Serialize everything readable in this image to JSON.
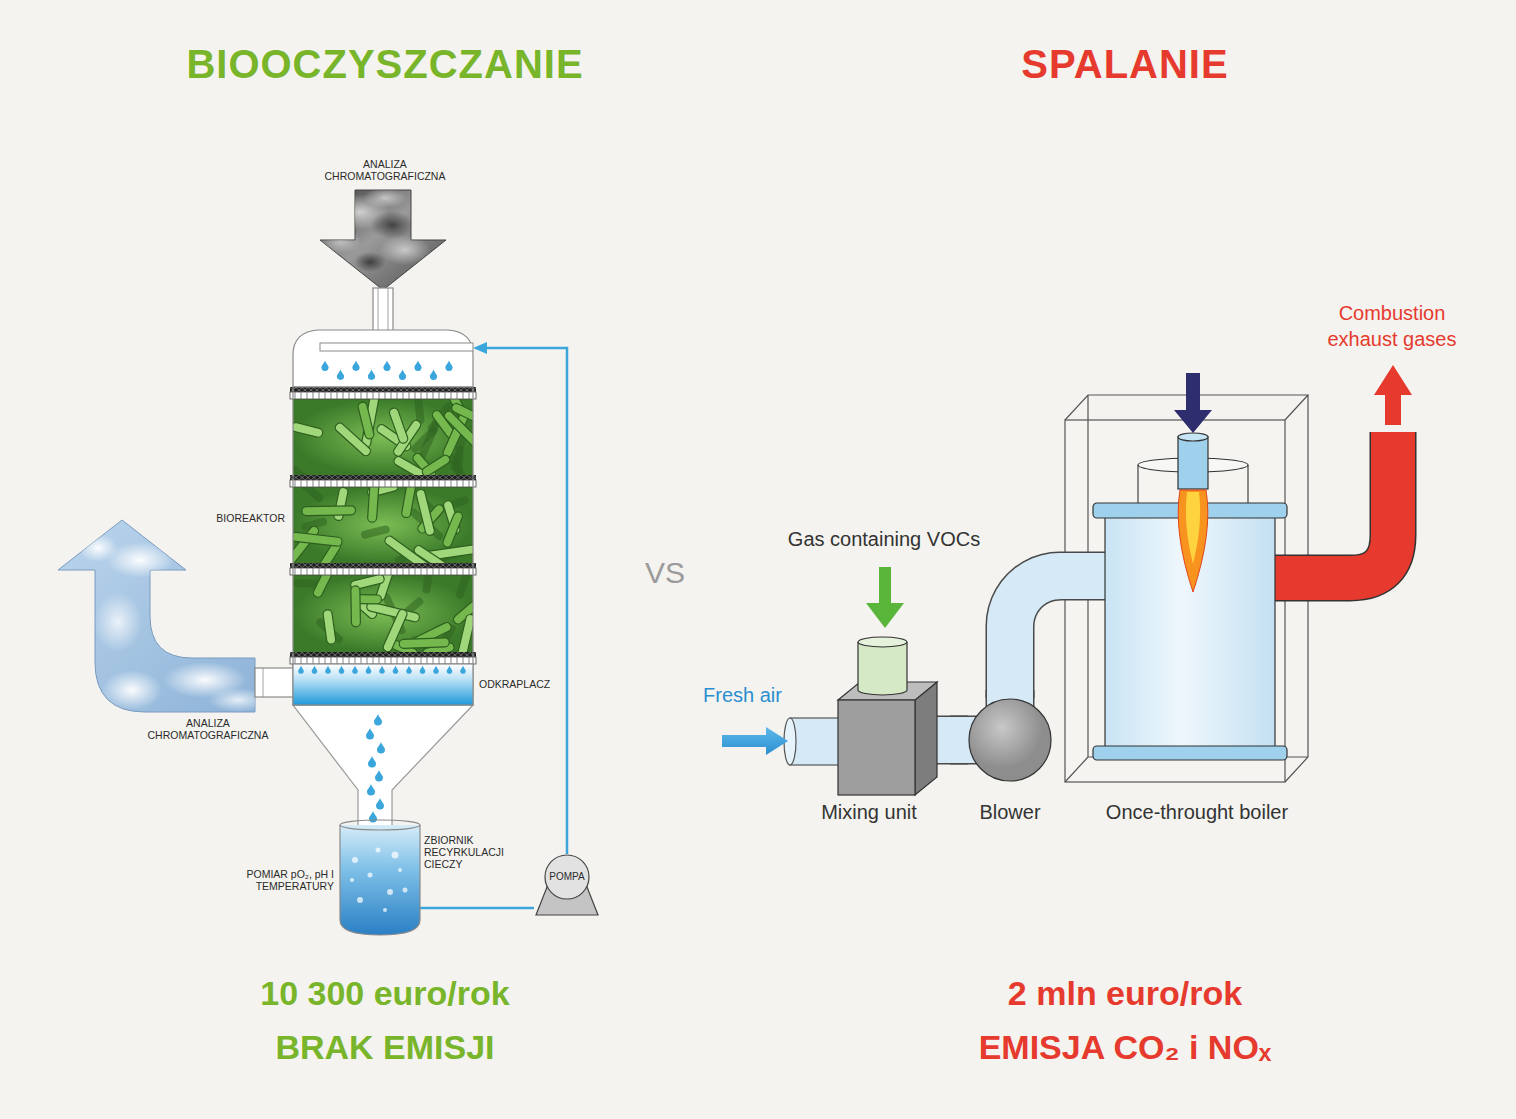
{
  "diagram": {
    "nodes": [
      {
        "text": [
          "BIOREAKTOR"
        ]
      },
      {
        "text": [
          "ODKRAPLACZ"
        ],
        "in": 0
      },
      {
        "text": [
          "ZBIORNIK RECYRKULACJI CIECZY",
          "POMIAR pO₂, pH I TEMPERATURY"
        ]
      },
      {
        "text": [
          "POMPA"
        ]
      },
      {
        "text": [
          "Mixing unit"
        ]
      },
      {
        "text": [
          "Blower"
        ]
      },
      {
        "text": [
          "Once-throught boiler"
        ]
      }
    ],
    "edges": [
      {
        "from": 2,
        "to": 3,
        "arrow": "none"
      },
      {
        "from": 3,
        "to": 0,
        "arrow": "to"
      },
      {
        "from": 4,
        "to": 5,
        "arrow": "none"
      },
      {
        "from": 5,
        "to": 6,
        "arrow": "none"
      }
    ],
    "labels": [
      "BIOOCZYSZCZANIE",
      "SPALANIE",
      "ANALIZA CHROMATOGRAFICZNA",
      "ANALIZA CHROMATOGRAFICZNA",
      "VS",
      "Combustion exhaust gases",
      "Gas containing VOCs",
      "Fresh air",
      "10 300 euro/rok",
      "BRAK EMISJI",
      "2 mln euro/rok",
      "EMISJA CO₂ i NOₓ"
    ]
  }
}
